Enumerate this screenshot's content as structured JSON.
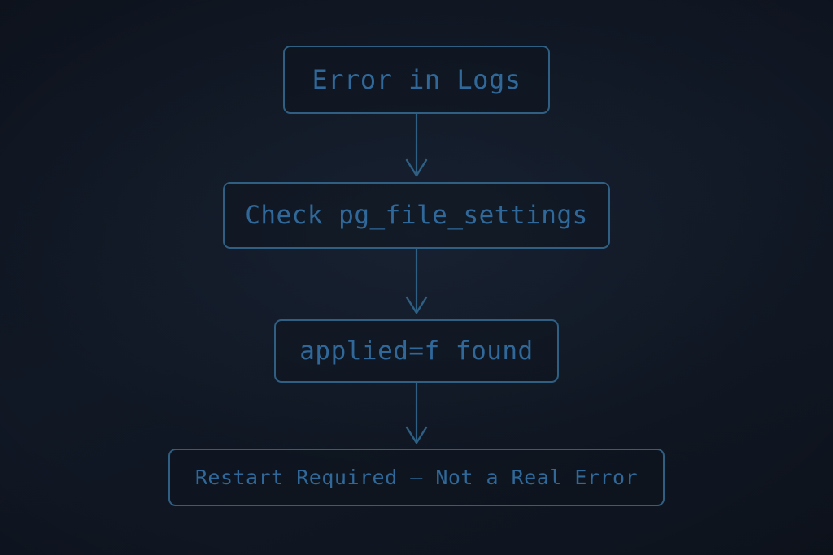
{
  "diagram": {
    "title": "PostgreSQL restart-required log error triage flow",
    "type": "flowchart",
    "orientation": "top-to-bottom",
    "background_color": "#101723",
    "accent_color": "#2f6084",
    "text_color": "#2f6899",
    "nodes": [
      {
        "id": "n0",
        "label": "Error in Logs",
        "shape": "rounded-rect"
      },
      {
        "id": "n1",
        "label": "Check pg_file_settings",
        "shape": "rounded-rect"
      },
      {
        "id": "n2",
        "label": "applied=f found",
        "shape": "rounded-rect"
      },
      {
        "id": "n3",
        "label": "Restart Required — Not a Real Error",
        "shape": "rounded-rect"
      }
    ],
    "edges": [
      {
        "id": "e0",
        "from": "n0",
        "to": "n1",
        "label": "",
        "arrow": "open-chevron"
      },
      {
        "id": "e1",
        "from": "n1",
        "to": "n2",
        "label": "",
        "arrow": "open-chevron"
      },
      {
        "id": "e2",
        "from": "n2",
        "to": "n3",
        "label": "",
        "arrow": "open-chevron"
      }
    ]
  }
}
